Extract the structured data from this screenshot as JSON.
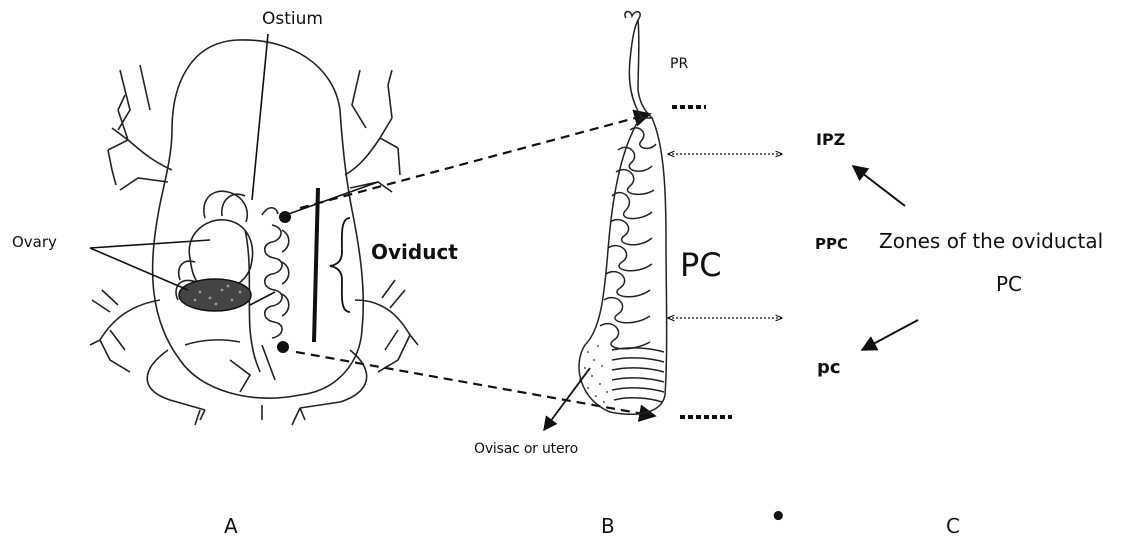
{
  "labels": {
    "ostium": "Ostium",
    "ovary": "Ovary",
    "oviduct": "Oviduct",
    "pr": "PR",
    "pc_large": "PC",
    "ovisac": "Ovisac or utero",
    "ipz": "IPZ",
    "ppc": "PPC",
    "pc_small": "pc",
    "zones_line1": "Zones of the oviductal",
    "zones_line2": "PC"
  },
  "panels": {
    "a": "A",
    "b": "B",
    "c": "C",
    "separator": "•"
  }
}
